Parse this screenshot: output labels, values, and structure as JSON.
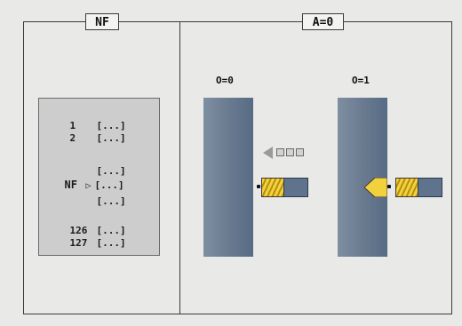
{
  "left_panel": {
    "title": "NF",
    "list": [
      {
        "num": "1",
        "val": "[...]"
      },
      {
        "num": "2",
        "val": "[...]"
      },
      {
        "num": "",
        "val": "[...]"
      },
      {
        "num": "NF",
        "marker": "▷",
        "val": "[...]"
      },
      {
        "num": "",
        "val": "[...]"
      },
      {
        "num": "126",
        "val": "[...]"
      },
      {
        "num": "127",
        "val": "[...]"
      }
    ]
  },
  "right_panel": {
    "title": "A=0",
    "left_label": "O=0",
    "right_label": "O=1"
  },
  "colors": {
    "workpiece": "#6c7d92",
    "tool_yellow": "#f2d23c",
    "tool_body": "#5f738d",
    "arrow": "#9a9a9a"
  },
  "icons": [
    "arrow-left-icon",
    "drill-tool-icon"
  ]
}
